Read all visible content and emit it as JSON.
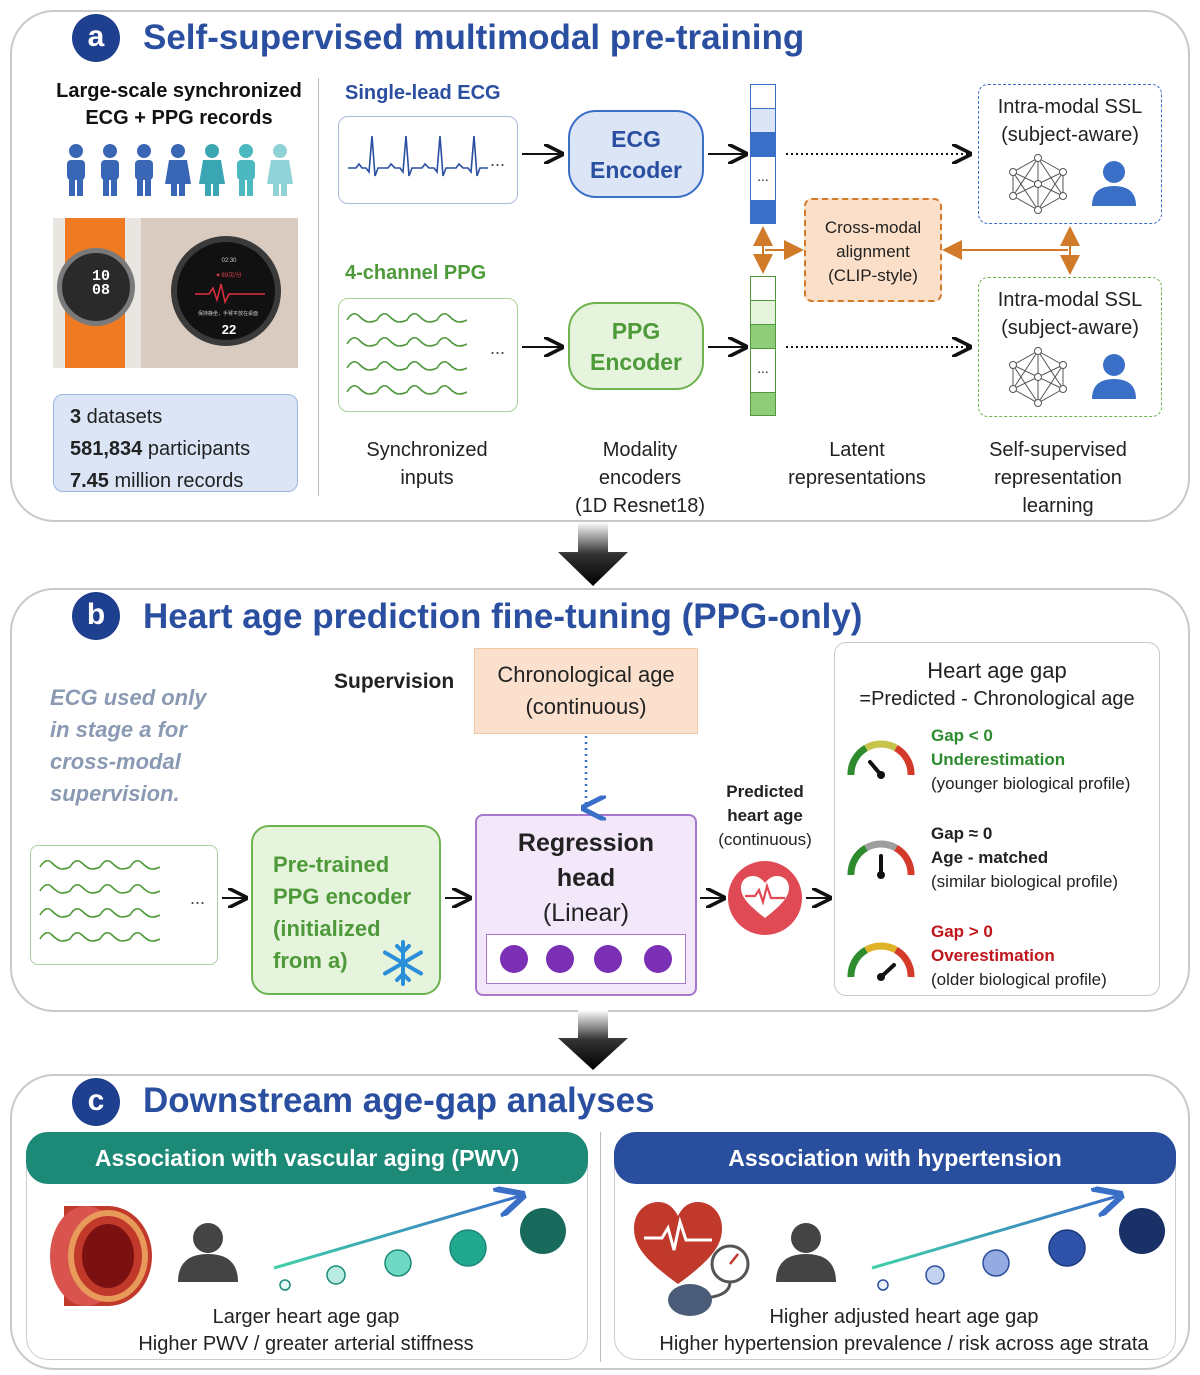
{
  "panel_a": {
    "badge": "a",
    "title": "Self-supervised multimodal pre-training",
    "records_title_1": "Large-scale synchronized",
    "records_title_2": "ECG + PPG records",
    "watch_face": {
      "time_big_1": "10",
      "time_big_2": "08",
      "small_time": "02:30",
      "hr_text": "♥ 89次/分",
      "bottom_text": "保持静坐，手臂平放在桌面",
      "big_number": "22"
    },
    "stats": [
      {
        "value": "3",
        "label": " datasets"
      },
      {
        "value": "581,834",
        "label": " participants"
      },
      {
        "value": "7.45",
        "label": " million records"
      }
    ],
    "ecg_label": "Single-lead ECG",
    "ppg_label": "4-channel PPG",
    "ellipsis": "...",
    "ecg_encoder": [
      "ECG",
      "Encoder"
    ],
    "ppg_encoder": [
      "PPG",
      "Encoder"
    ],
    "latent_ellipsis": "...",
    "cross_modal": [
      "Cross-modal",
      "alignment",
      "(CLIP-style)"
    ],
    "ssl_box": [
      "Intra-modal SSL",
      "(subject-aware)"
    ],
    "captions": {
      "inputs": [
        "Synchronized",
        "inputs"
      ],
      "encoders": [
        "Modality",
        "encoders",
        "(1D Resnet18)"
      ],
      "latent": [
        "Latent",
        "representations"
      ],
      "ssl": [
        "Self-supervised",
        "representation",
        "learning"
      ]
    }
  },
  "panel_b": {
    "badge": "b",
    "title": "Heart age prediction fine-tuning (PPG-only)",
    "note": [
      "ECG used only",
      "in stage a for",
      "cross-modal",
      "supervision."
    ],
    "supervision_label": "Supervision",
    "chrono_box": [
      "Chronological age",
      "(continuous)"
    ],
    "pretrained": [
      "Pre-trained",
      "PPG encoder",
      "(initialized",
      "from a)"
    ],
    "regression": [
      "Regression",
      "head",
      "(Linear)"
    ],
    "predicted": [
      "Predicted",
      "heart age",
      "(continuous)"
    ],
    "gap_title": "Heart age gap",
    "gap_formula": "=Predicted - Chronological age",
    "gaps": [
      {
        "head": "Gap < 0",
        "sub": "Underestimation",
        "desc": "(younger biological profile)",
        "color": "#2e8b2e"
      },
      {
        "head": "Gap ≈ 0",
        "sub": "Age - matched",
        "desc": "(similar biological profile)",
        "color": "#222222"
      },
      {
        "head": "Gap > 0",
        "sub": "Overestimation",
        "desc": "(older biological profile)",
        "color": "#c0151b"
      }
    ]
  },
  "panel_c": {
    "badge": "c",
    "title": "Downstream age-gap analyses",
    "left": {
      "banner": "Association with vascular aging (PWV)",
      "line1": "Larger heart age gap",
      "line2": "Higher PWV / greater arterial stiffness"
    },
    "right": {
      "banner": "Association with hypertension",
      "line1": "Higher adjusted heart age gap",
      "line2": "Higher hypertension prevalence / risk across age strata"
    }
  },
  "colors": {
    "title_blue": "#2a4ea0",
    "ecg_blue": "#3a6fc8",
    "ppg_green": "#4e9a3a",
    "orange": "#d07a2a",
    "purple": "#7b2fb5",
    "teal": "#1d8a78",
    "navy": "#2a4e9e"
  }
}
